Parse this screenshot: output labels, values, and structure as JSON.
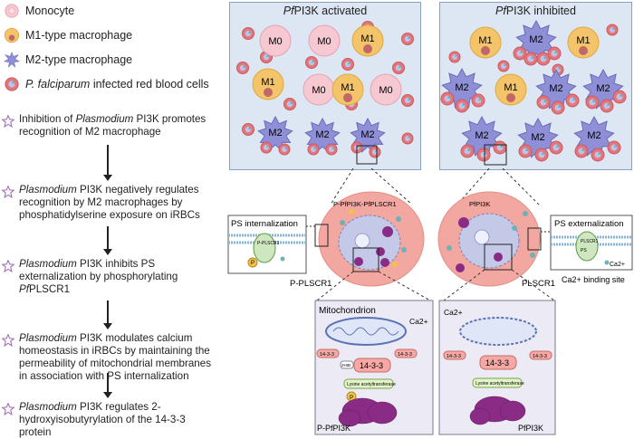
{
  "legend": [
    {
      "label": "Monocyte",
      "icon": "monocyte-icon"
    },
    {
      "label": "M1-type macrophage",
      "icon": "m1-macrophage-icon"
    },
    {
      "label": "M2-type macrophage",
      "icon": "m2-macrophage-icon"
    },
    {
      "label_italic": "P. falciparum",
      "label_rest": " infected red blood cells",
      "icon": "infected-rbc-icon"
    }
  ],
  "steps": [
    {
      "parts": [
        [
          "Inhibition of ",
          false
        ],
        [
          "Plasmodium",
          true
        ],
        [
          " PI3K promotes recognition of M2 macrophage",
          false
        ]
      ]
    },
    {
      "parts": [
        [
          "Plasmodium",
          true
        ],
        [
          " PI3K negatively regulates recognition by M2 macrophages by phosphatidylserine exposure on iRBCs",
          false
        ]
      ]
    },
    {
      "parts": [
        [
          "Plasmodium",
          true
        ],
        [
          " PI3K inhibits PS externalization by phosphorylating ",
          false
        ],
        [
          "Pf",
          true
        ],
        [
          "PLSCR1",
          false
        ]
      ]
    },
    {
      "parts": [
        [
          "Plasmodium",
          true
        ],
        [
          " PI3K modulates calcium homeostasis in iRBCs by maintaining the permeability of mitochondrial membranes in association with PS internalization",
          false
        ]
      ]
    },
    {
      "parts": [
        [
          "Plasmodium",
          true
        ],
        [
          " PI3K regulates 2-hydroxyisobutyrylation of the 14-3-3 protein",
          false
        ]
      ]
    }
  ],
  "panels": {
    "activated": {
      "title_italic": "Pf",
      "title_rest": "PI3K activated"
    },
    "inhibited": {
      "title_italic": "Pf",
      "title_rest": "PI3K inhibited"
    }
  },
  "cell_labels": {
    "m0": "M0",
    "m1": "M1",
    "m2": "M2"
  },
  "middle": {
    "left_cell_label": "P-PfPI3K-PfPLSCR1",
    "right_cell_label": "PfPI3K",
    "ps_internalization": "PS internalization",
    "ps_externalization": "PS externalization",
    "p_plscr1": "P-PLSCR1",
    "plscr1": "PLSCR1",
    "ca_binding_site": "Ca2+ binding site",
    "ca2": "Ca2+",
    "plscr1_small": "PLSCR1",
    "p_plscr1_small": "P-PLSCR1",
    "p": "P",
    "ps": "PS"
  },
  "bottom": {
    "mitochondrion": "Mitochondrion",
    "ca2": "Ca2+",
    "protein": "14-3-3",
    "protein_small": "14-3-3",
    "khib": "2HIB",
    "enzyme": "Lysine acetyltransferase",
    "p": "P",
    "left_label": "P-PfPI3K",
    "right_label": "PfPI3K"
  },
  "colors": {
    "panel_bg": "#dde6f3",
    "monocyte": "#f6c8d2",
    "m1": "#f3c46a",
    "m2": "#8e8fd6",
    "rbc": "#e5757a",
    "parasite": "#6fb1b9",
    "cell_pink": "#f2a7a0",
    "star": "#9c6ab0",
    "kinase": "#8a2c86"
  }
}
